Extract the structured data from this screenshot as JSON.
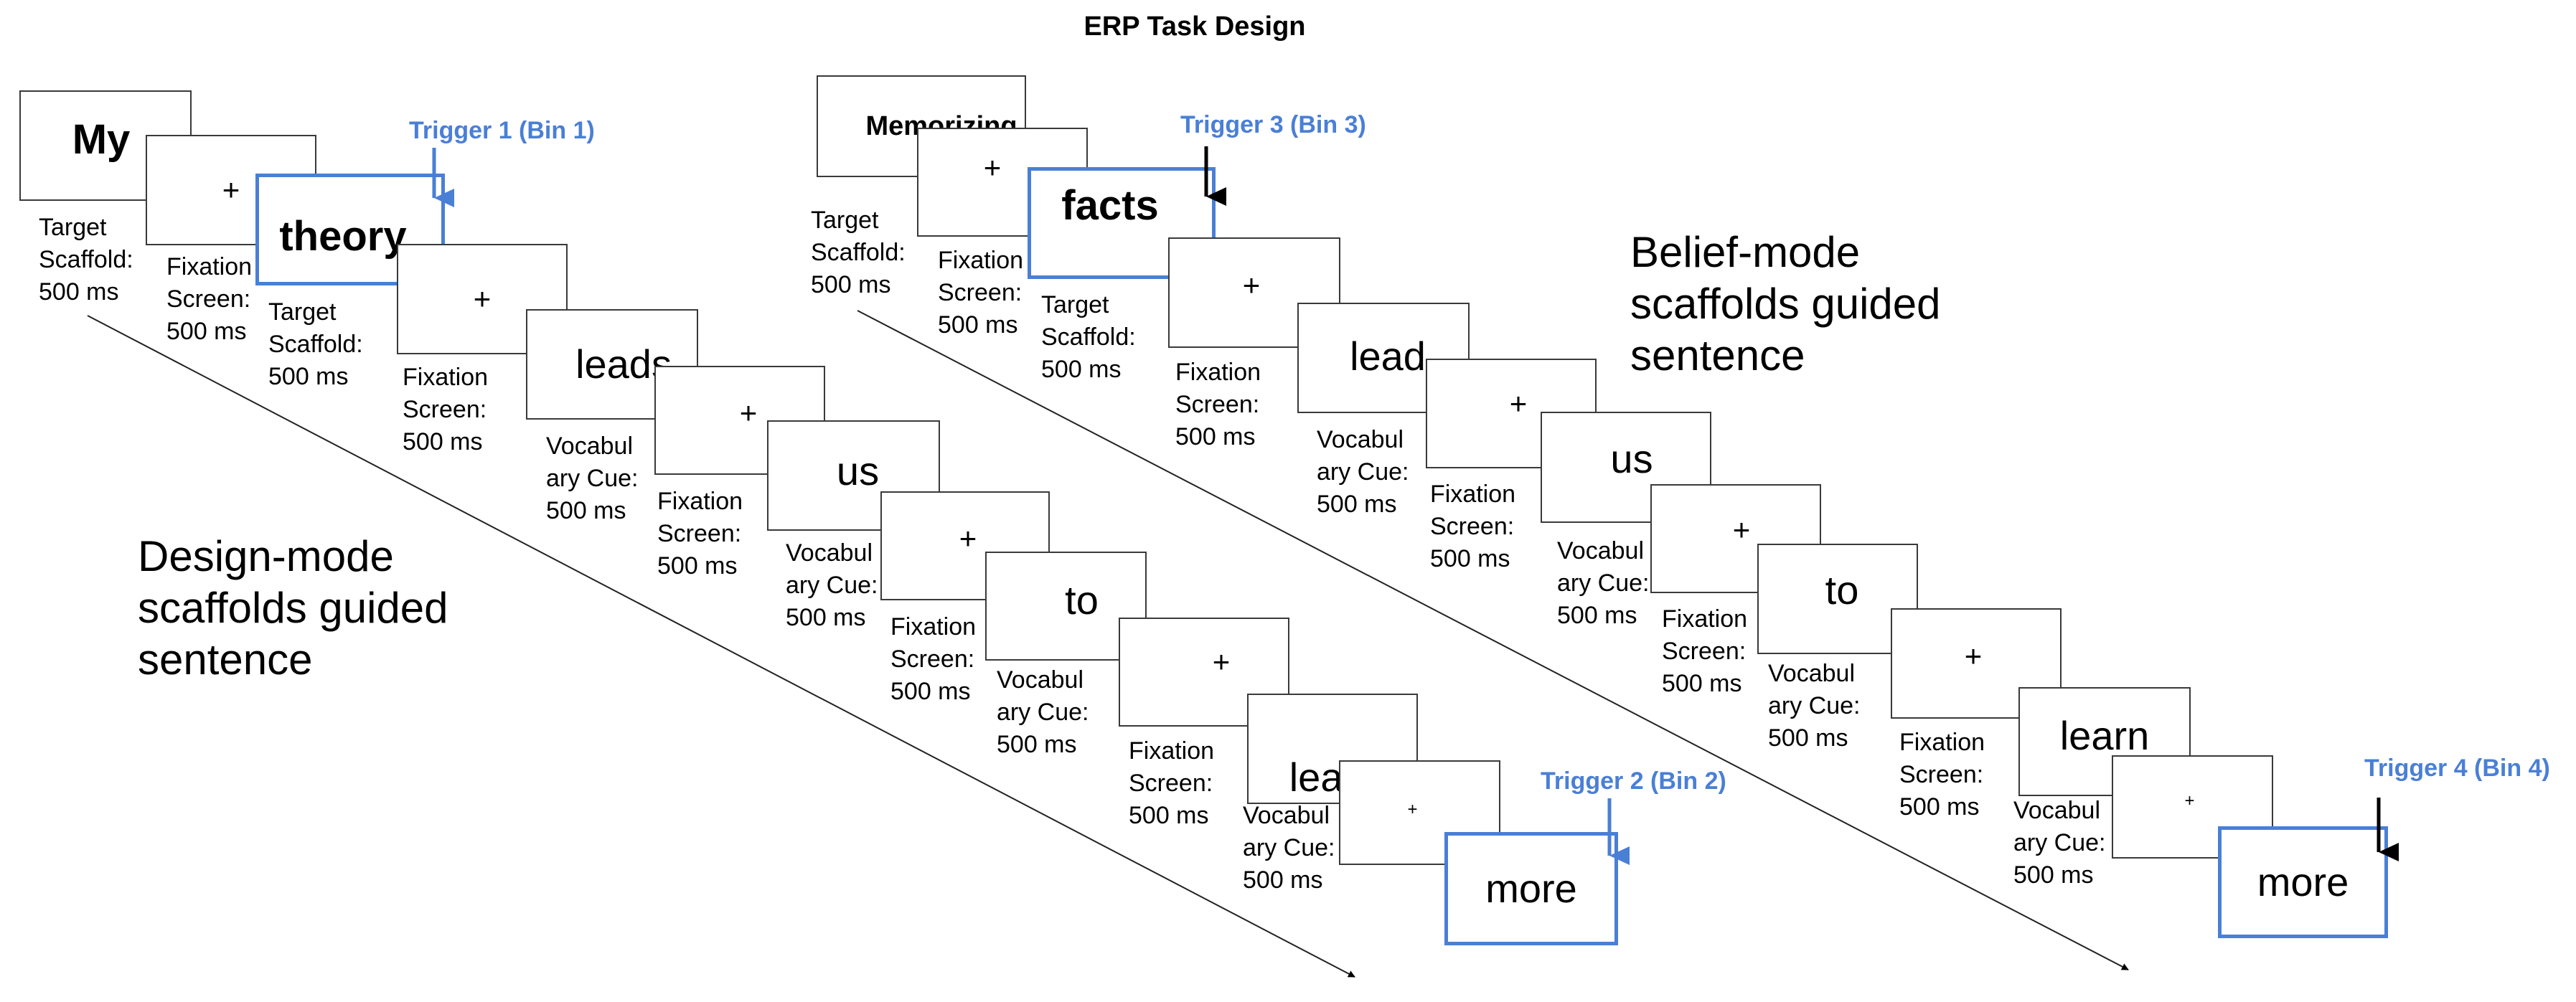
{
  "title": "ERP Task Design",
  "colors": {
    "trigger_blue": "#4a7fd6",
    "border_gray": "#3a3a3a"
  },
  "design_mode": {
    "label": "Design-mode\nscaffolds guided\nsentence",
    "screens": [
      "My",
      "+",
      "theory",
      "+",
      "leads",
      "+",
      "us",
      "+",
      "to",
      "+",
      "learn",
      "+",
      "more"
    ],
    "captions": [
      "Target\nScaffold:\n500 ms",
      "Fixation\nScreen:\n500 ms",
      "Target\nScaffold:\n500 ms",
      "Fixation\nScreen:\n500 ms",
      "Vocabul\nary Cue:\n500 ms",
      "Fixation\nScreen:\n500 ms",
      "Vocabul\nary Cue:\n500 ms",
      "Fixation\nScreen:\n500 ms",
      "Vocabul\nary Cue:\n500 ms",
      "Fixation\nScreen:\n500 ms",
      "Vocabul\nary Cue:\n500 ms"
    ],
    "triggers": [
      "Trigger 1 (Bin 1)",
      "Trigger 2 (Bin 2)"
    ]
  },
  "belief_mode": {
    "label": "Belief-mode\nscaffolds guided\nsentence",
    "screens": [
      "Memorizing",
      "+",
      "facts",
      "+",
      "lead",
      "+",
      "us",
      "+",
      "to",
      "+",
      "learn",
      "+",
      "more"
    ],
    "captions": [
      "Target\nScaffold:\n500 ms",
      "Fixation\nScreen:\n500 ms",
      "Target\nScaffold:\n500 ms",
      "Fixation\nScreen:\n500 ms",
      "Vocabul\nary Cue:\n500 ms",
      "Fixation\nScreen:\n500 ms",
      "Vocabul\nary Cue:\n500 ms",
      "Fixation\nScreen:\n500 ms",
      "Vocabul\nary Cue:\n500 ms",
      "Fixation\nScreen:\n500 ms",
      "Vocabul\nary Cue:\n500 ms"
    ],
    "triggers": [
      "Trigger 3 (Bin 3)",
      "Trigger 4 (Bin 4)"
    ]
  }
}
